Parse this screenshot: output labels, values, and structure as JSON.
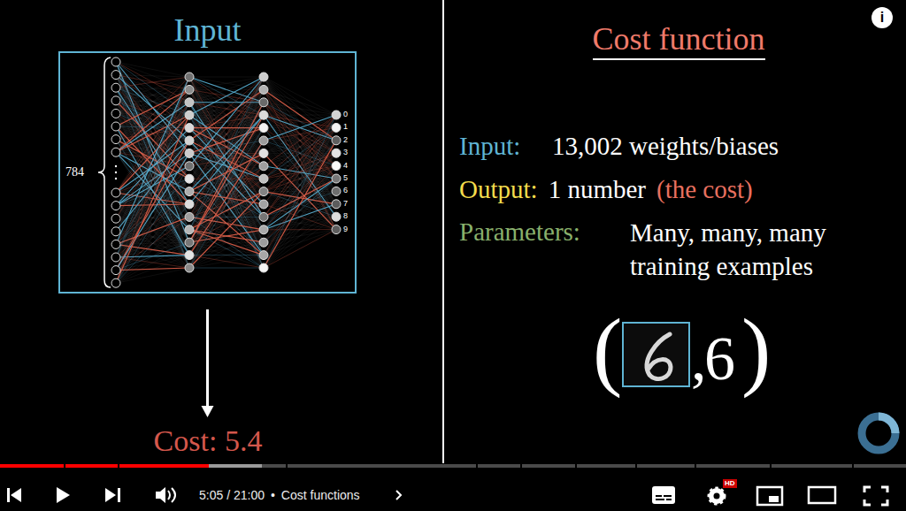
{
  "diagram": {
    "title": "Cost function",
    "nodes": [
      {
        "text": [
          "Input"
        ]
      },
      {
        "text": [
          "Cost: 5.4"
        ]
      }
    ],
    "edges": [
      {
        "from": 0,
        "to": 1,
        "arrow": "to"
      }
    ],
    "labels": [
      "784",
      "0",
      "1",
      "2",
      "3",
      "4",
      "5",
      "6",
      "7",
      "8",
      "9",
      "Input:",
      "13,002 weights/biases",
      "Output:",
      "1 number",
      "(the cost)",
      "Parameters:",
      "Many, many, many training examples",
      "(",
      ",",
      "6",
      ")",
      "i",
      "5:05 / 21:00",
      "•",
      "Cost functions",
      "HD"
    ]
  }
}
